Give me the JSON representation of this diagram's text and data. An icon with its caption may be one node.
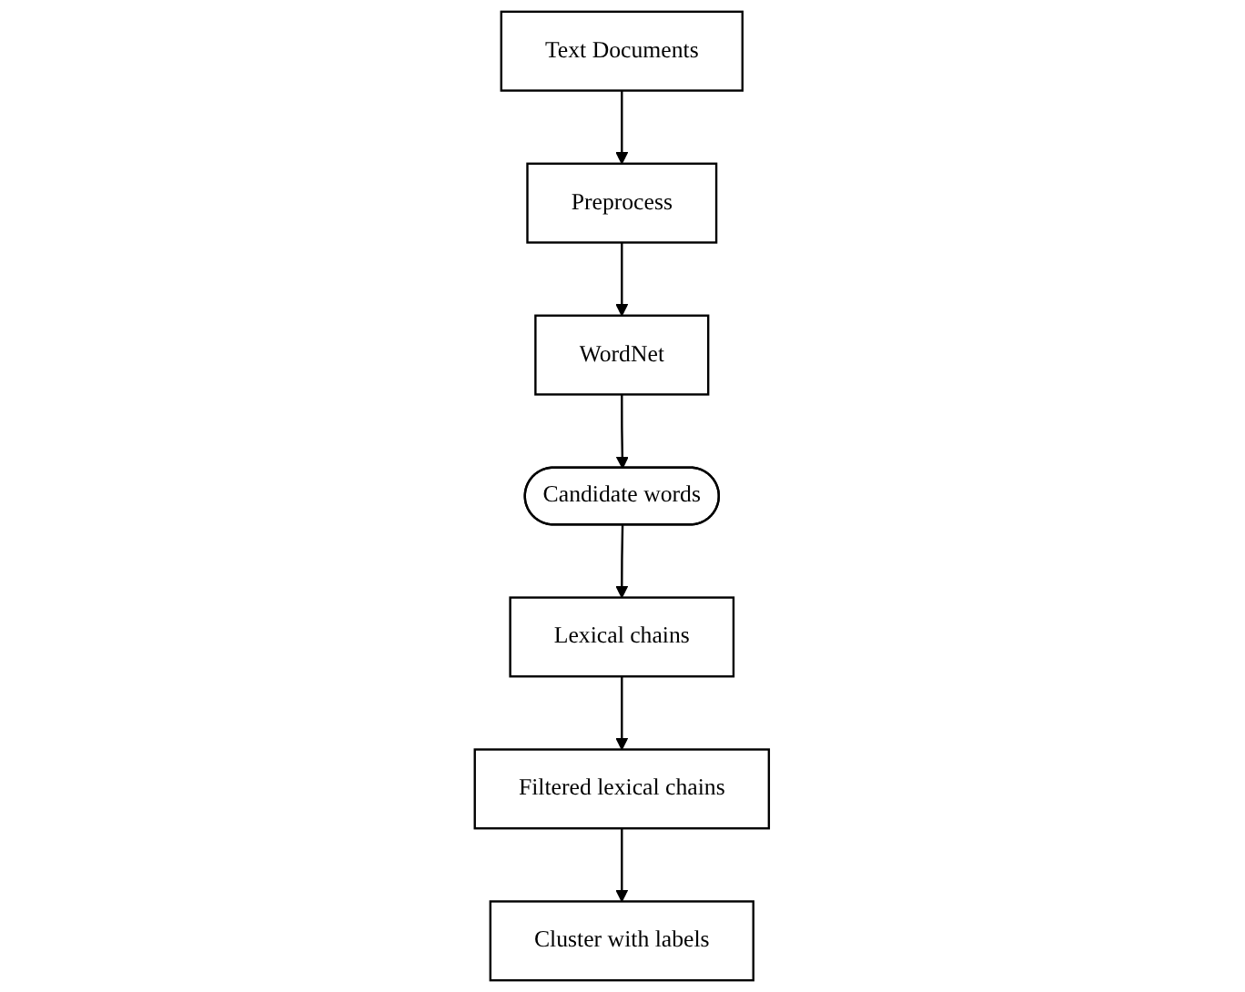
{
  "diagram": {
    "nodes": [
      {
        "text": [
          "Text Documents"
        ]
      },
      {
        "text": [
          "Preprocess"
        ]
      },
      {
        "text": [
          "WordNet"
        ]
      },
      {
        "text": [
          "Candidate words"
        ]
      },
      {
        "text": [
          "Lexical chains"
        ]
      },
      {
        "text": [
          "Filtered lexical chains"
        ]
      },
      {
        "text": [
          "Cluster with labels"
        ]
      }
    ],
    "edges": [
      {
        "from": 0,
        "to": 1,
        "arrow": "to"
      },
      {
        "from": 1,
        "to": 2,
        "arrow": "to"
      },
      {
        "from": 2,
        "to": 3,
        "arrow": "to"
      },
      {
        "from": 3,
        "to": 4,
        "arrow": "to"
      },
      {
        "from": 4,
        "to": 5,
        "arrow": "to"
      },
      {
        "from": 5,
        "to": 6,
        "arrow": "to"
      }
    ]
  }
}
